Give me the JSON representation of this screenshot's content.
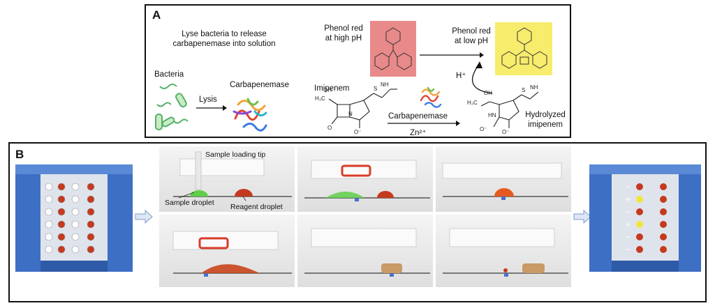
{
  "panel_a": {
    "label": "A",
    "lyse_text_line1": "Lyse bacteria to release",
    "lyse_text_line2": "carbapenemase into solution",
    "bacteria": "Bacteria",
    "lysis": "Lysis",
    "carbapenemase": "Carbapenemase",
    "imipenem": "Imipenem",
    "phenol_high_line1": "Phenol red",
    "phenol_high_line2": "at high pH",
    "phenol_low_line1": "Phenol red",
    "phenol_low_line2": "at low pH",
    "proton": "H⁺",
    "arrow_enzyme": "Carbapenemase",
    "zinc": "Zn²⁺",
    "hydrolyzed_line1": "Hydrolyzed",
    "hydrolyzed_line2": "imipenem",
    "colors": {
      "high_ph": "#e88a8a",
      "low_ph": "#f7ec6c"
    }
  },
  "panel_b": {
    "label": "B",
    "sample_loading_tip": "Sample loading tip",
    "sample_droplet": "Sample droplet",
    "reagent_droplet": "Reagent droplet",
    "signs": [
      "−",
      "+",
      "−",
      "+",
      "−",
      "−"
    ],
    "colors": {
      "device": "#3d6fc4",
      "sample": "#5fcf4a",
      "reagent": "#c43a1e",
      "positive": "#f1e53a"
    }
  }
}
